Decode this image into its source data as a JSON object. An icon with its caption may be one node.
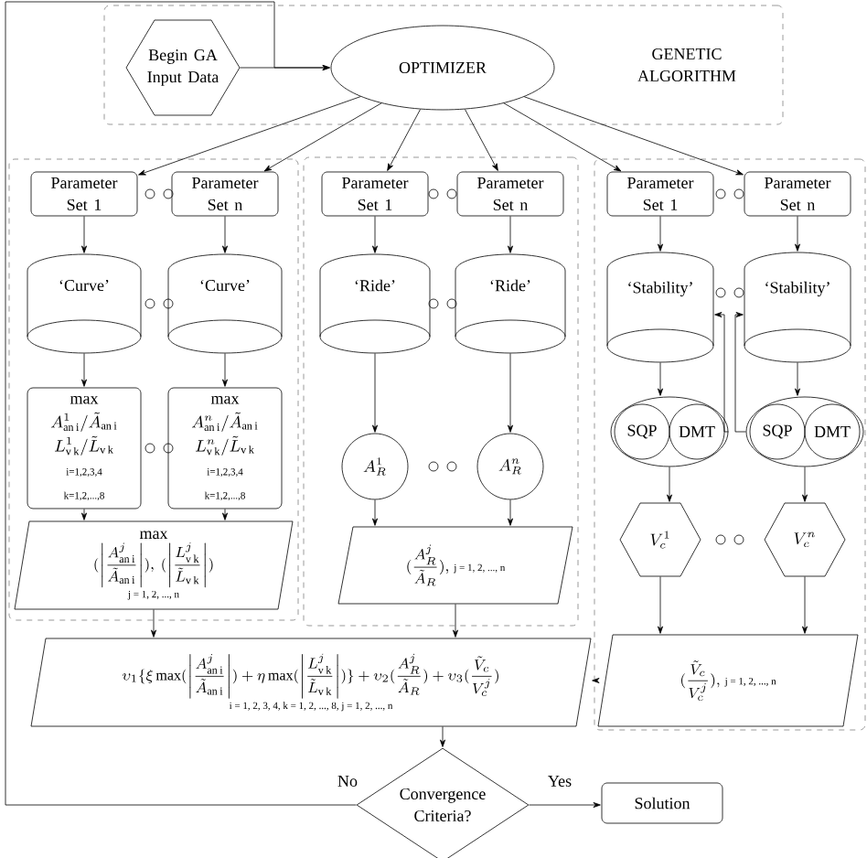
{
  "diagram": {
    "nodes": [
      {
        "text": [
          "GENETIC ALGORITHM"
        ]
      },
      {
        "text": [
          "Begin GA Input Data"
        ],
        "in": 0
      },
      {
        "text": [
          "OPTIMIZER"
        ],
        "in": 0
      },
      {
        "text": [],
        "shape": "box"
      },
      {
        "text": [
          "Parameter Set 1"
        ],
        "in": 3
      },
      {
        "text": [
          "Parameter Set n"
        ],
        "in": 3
      },
      {
        "text": [
          "‘Curve’"
        ],
        "in": 3
      },
      {
        "text": [
          "‘Curve’"
        ],
        "in": 3
      },
      {
        "text": [
          "max",
          "A^{1}_{\\mathrm{an\\,i}}/\\tilde{A}_{\\mathrm{an\\,i}}",
          "L^{1}_{\\mathrm{v\\,k}}/\\tilde{L}_{\\mathrm{v\\,k}}",
          "i=1,2,3,4",
          "k=1,2,...,8"
        ],
        "in": 3
      },
      {
        "text": [
          "max",
          "A^{n}_{\\mathrm{an\\,i}}/\\tilde{A}_{\\mathrm{an\\,i}}",
          "L^{n}_{\\mathrm{v\\,k}}/\\tilde{L}_{\\mathrm{v\\,k}}",
          "i=1,2,3,4",
          "k=1,2,...,8"
        ],
        "in": 3
      },
      {
        "text": [
          "max",
          "(\\left|\\frac{A^{j}_{\\mathrm{an\\,i}}}{\\tilde{A}_{\\mathrm{an\\,i}}}\\right|),\\ (\\left|\\frac{L^{j}_{\\mathrm{v\\,k}}}{\\tilde{L}_{\\mathrm{v\\,k}}}\\right|)",
          "j = 1, 2, ..., n"
        ],
        "in": 3
      },
      {
        "text": [],
        "shape": "box"
      },
      {
        "text": [
          "Parameter Set 1"
        ],
        "in": 11
      },
      {
        "text": [
          "Parameter Set n"
        ],
        "in": 11
      },
      {
        "text": [
          "‘Ride’"
        ],
        "in": 11
      },
      {
        "text": [
          "‘Ride’"
        ],
        "in": 11
      },
      {
        "text": [
          "A^{1}_{R}"
        ],
        "in": 11
      },
      {
        "text": [
          "A^{n}_{R}"
        ],
        "in": 11
      },
      {
        "text": [
          "(\\frac{A^{j}_{R}}{\\tilde{A}_{R}}),",
          "j = 1, 2, ..., n"
        ],
        "in": 11
      },
      {
        "text": [],
        "shape": "box"
      },
      {
        "text": [
          "Parameter Set 1"
        ],
        "in": 19
      },
      {
        "text": [
          "Parameter Set n"
        ],
        "in": 19
      },
      {
        "text": [
          "‘Stability’"
        ],
        "in": 19
      },
      {
        "text": [
          "‘Stability’"
        ],
        "in": 19
      },
      {
        "text": [],
        "shape": "ellipse",
        "in": 19
      },
      {
        "text": [
          "SQP"
        ],
        "in": 24
      },
      {
        "text": [
          "DMT"
        ],
        "in": 24
      },
      {
        "text": [],
        "shape": "ellipse",
        "in": 19
      },
      {
        "text": [
          "SQP"
        ],
        "in": 27
      },
      {
        "text": [
          "DMT"
        ],
        "in": 27
      },
      {
        "text": [
          "V^{1}_{c}"
        ],
        "in": 19
      },
      {
        "text": [
          "V^{n}_{c}"
        ],
        "in": 19
      },
      {
        "text": [
          "(\\frac{\\tilde{V}_{c}}{V^{j}_{c}}),",
          "j = 1, 2, ..., n"
        ],
        "in": 19
      },
      {
        "text": [
          "\\upsilon_1\\{\\xi\\max(\\left|\\frac{A^{j}_{\\mathrm{an\\,i}}}{\\tilde{A}_{\\mathrm{an\\,i}}}\\right|)+\\eta\\max(\\left|\\frac{L^{j}_{\\mathrm{v\\,k}}}{\\tilde{L}_{\\mathrm{v\\,k}}}\\right|)\\}+\\upsilon_2(\\frac{A^{j}_{R}}{\\tilde{A}_{R}})+\\upsilon_3(\\frac{\\tilde{V}_{c}}{V^{j}_{c}})",
          "i = 1, 2, 3, 4,   k = 1, 2, ..., 8,   j = 1, 2, ..., n"
        ]
      },
      {
        "text": [
          "Convergence Criteria?"
        ]
      },
      {
        "text": [
          "Solution"
        ]
      }
    ],
    "edges": [
      {
        "from": 1,
        "to": 2,
        "arrow": "to"
      },
      {
        "from": 34,
        "to": 2,
        "arrow": "to",
        "label": "No"
      },
      {
        "from": 2,
        "to": 4,
        "arrow": "to"
      },
      {
        "from": 2,
        "to": 5,
        "arrow": "to"
      },
      {
        "from": 2,
        "to": 12,
        "arrow": "to"
      },
      {
        "from": 2,
        "to": 13,
        "arrow": "to"
      },
      {
        "from": 2,
        "to": 20,
        "arrow": "to"
      },
      {
        "from": 2,
        "to": 21,
        "arrow": "to"
      },
      {
        "from": 4,
        "to": 6,
        "arrow": "to"
      },
      {
        "from": 5,
        "to": 7,
        "arrow": "to"
      },
      {
        "from": 6,
        "to": 8,
        "arrow": "to"
      },
      {
        "from": 7,
        "to": 9,
        "arrow": "to"
      },
      {
        "from": 8,
        "to": 10,
        "arrow": "to"
      },
      {
        "from": 9,
        "to": 10,
        "arrow": "to"
      },
      {
        "from": 10,
        "to": 33,
        "arrow": "to"
      },
      {
        "from": 12,
        "to": 14,
        "arrow": "to"
      },
      {
        "from": 13,
        "to": 15,
        "arrow": "to"
      },
      {
        "from": 14,
        "to": 16,
        "arrow": "to"
      },
      {
        "from": 15,
        "to": 17,
        "arrow": "to"
      },
      {
        "from": 16,
        "to": 18,
        "arrow": "to"
      },
      {
        "from": 17,
        "to": 18,
        "arrow": "to"
      },
      {
        "from": 18,
        "to": 33,
        "arrow": "to"
      },
      {
        "from": 20,
        "to": 22,
        "arrow": "to"
      },
      {
        "from": 21,
        "to": 23,
        "arrow": "to"
      },
      {
        "from": 22,
        "to": 24,
        "arrow": "to"
      },
      {
        "from": 23,
        "to": 27,
        "arrow": "to"
      },
      {
        "from": 24,
        "to": 22,
        "arrow": "to"
      },
      {
        "from": 27,
        "to": 23,
        "arrow": "to"
      },
      {
        "from": 24,
        "to": 30,
        "arrow": "to"
      },
      {
        "from": 27,
        "to": 31,
        "arrow": "to"
      },
      {
        "from": 30,
        "to": 32,
        "arrow": "to"
      },
      {
        "from": 31,
        "to": 32,
        "arrow": "to"
      },
      {
        "from": 32,
        "to": 33,
        "arrow": "to"
      },
      {
        "from": 33,
        "to": 34,
        "arrow": "to"
      },
      {
        "from": 34,
        "to": 35,
        "arrow": "to",
        "label": "Yes"
      }
    ]
  }
}
